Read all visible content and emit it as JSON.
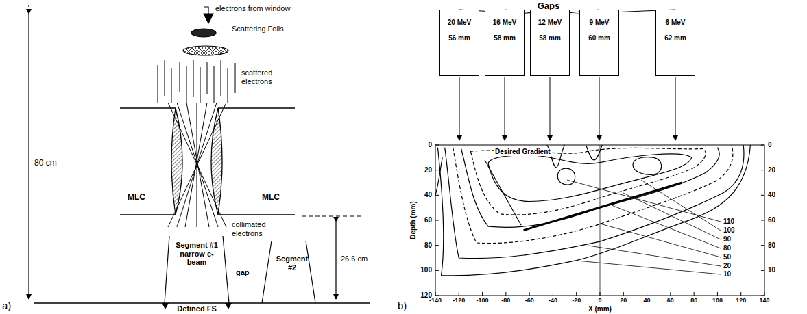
{
  "diagram": {
    "nodes": [
      {
        "text": [
          "Segment #1",
          "narrow e- beam"
        ]
      },
      {
        "text": [
          "Segment #2"
        ]
      },
      {
        "text": [
          "20 MeV",
          "56 mm"
        ]
      },
      {
        "text": [
          "16 MeV",
          "58 mm"
        ]
      },
      {
        "text": [
          "12 MeV",
          "58 mm"
        ]
      },
      {
        "text": [
          "9 MeV",
          "60 mm"
        ]
      },
      {
        "text": [
          "6 MeV",
          "62 mm"
        ]
      }
    ],
    "labels": [
      "a)",
      "80 cm",
      "electrons from window",
      "Scattering Foils",
      "scattered electrons",
      "MLC",
      "MLC",
      "collimated electrons",
      "26.6 cm",
      "gap",
      "Defined FS",
      "b)",
      "Gaps",
      "Desired Gradient",
      "Depth (mm)",
      "X (mm)",
      "0",
      "20",
      "40",
      "60",
      "80",
      "100",
      "120",
      "0",
      "20",
      "40",
      "60",
      "80",
      "10",
      "-140",
      "-120",
      "-100",
      "-80",
      "-60",
      "-40",
      "-20",
      "0",
      "20",
      "40",
      "60",
      "80",
      "100",
      "120",
      "140",
      "110",
      "100",
      "90",
      "80",
      "50",
      "20",
      "10"
    ]
  }
}
